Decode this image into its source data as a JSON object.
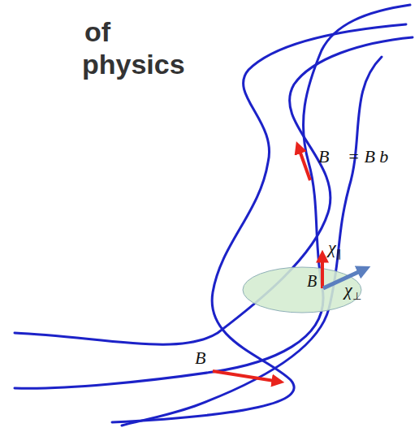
{
  "diagram": {
    "nodes": [
      {
        "text": [
          "B⃗"
        ]
      }
    ],
    "labels": [
      "of",
      "physics",
      "B⃗ = B b",
      "χ∥",
      "χ⊥",
      "B⃗"
    ]
  }
}
